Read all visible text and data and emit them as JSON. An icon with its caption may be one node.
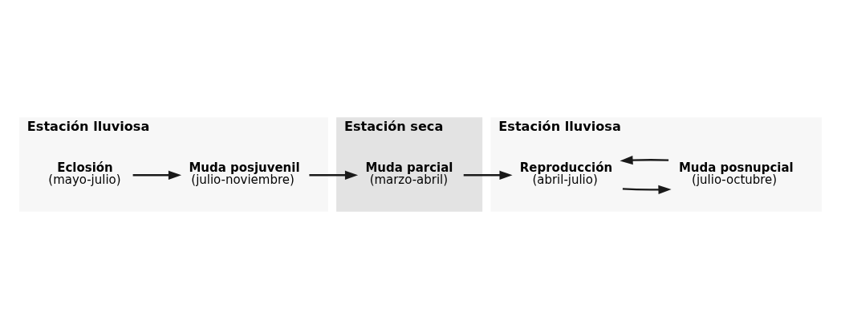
{
  "diagram": {
    "nodes": [
      {
        "text": [
          "Estación lluviosa"
        ]
      },
      {
        "text": [
          "Estación seca"
        ]
      },
      {
        "text": [
          "Estación lluviosa"
        ]
      },
      {
        "text": [
          "Eclosión",
          "(mayo-julio)"
        ],
        "in": 0
      },
      {
        "text": [
          "Muda posjuvenil",
          "(julio-noviembre)"
        ],
        "in": 0
      },
      {
        "text": [
          "Muda parcial",
          "(marzo-abril)"
        ],
        "in": 1
      },
      {
        "text": [
          "Reproducción",
          "(abril-julio)"
        ],
        "in": 2
      },
      {
        "text": [
          "Muda posnupcial",
          "(julio-octubre)"
        ],
        "in": 2
      }
    ],
    "edges": [
      {
        "from": 3,
        "to": 4,
        "arrow": "to"
      },
      {
        "from": 4,
        "to": 5,
        "arrow": "to"
      },
      {
        "from": 5,
        "to": 6,
        "arrow": "to"
      },
      {
        "from": 6,
        "to": 7,
        "arrow": "to"
      },
      {
        "from": 7,
        "to": 6,
        "arrow": "to"
      }
    ]
  }
}
